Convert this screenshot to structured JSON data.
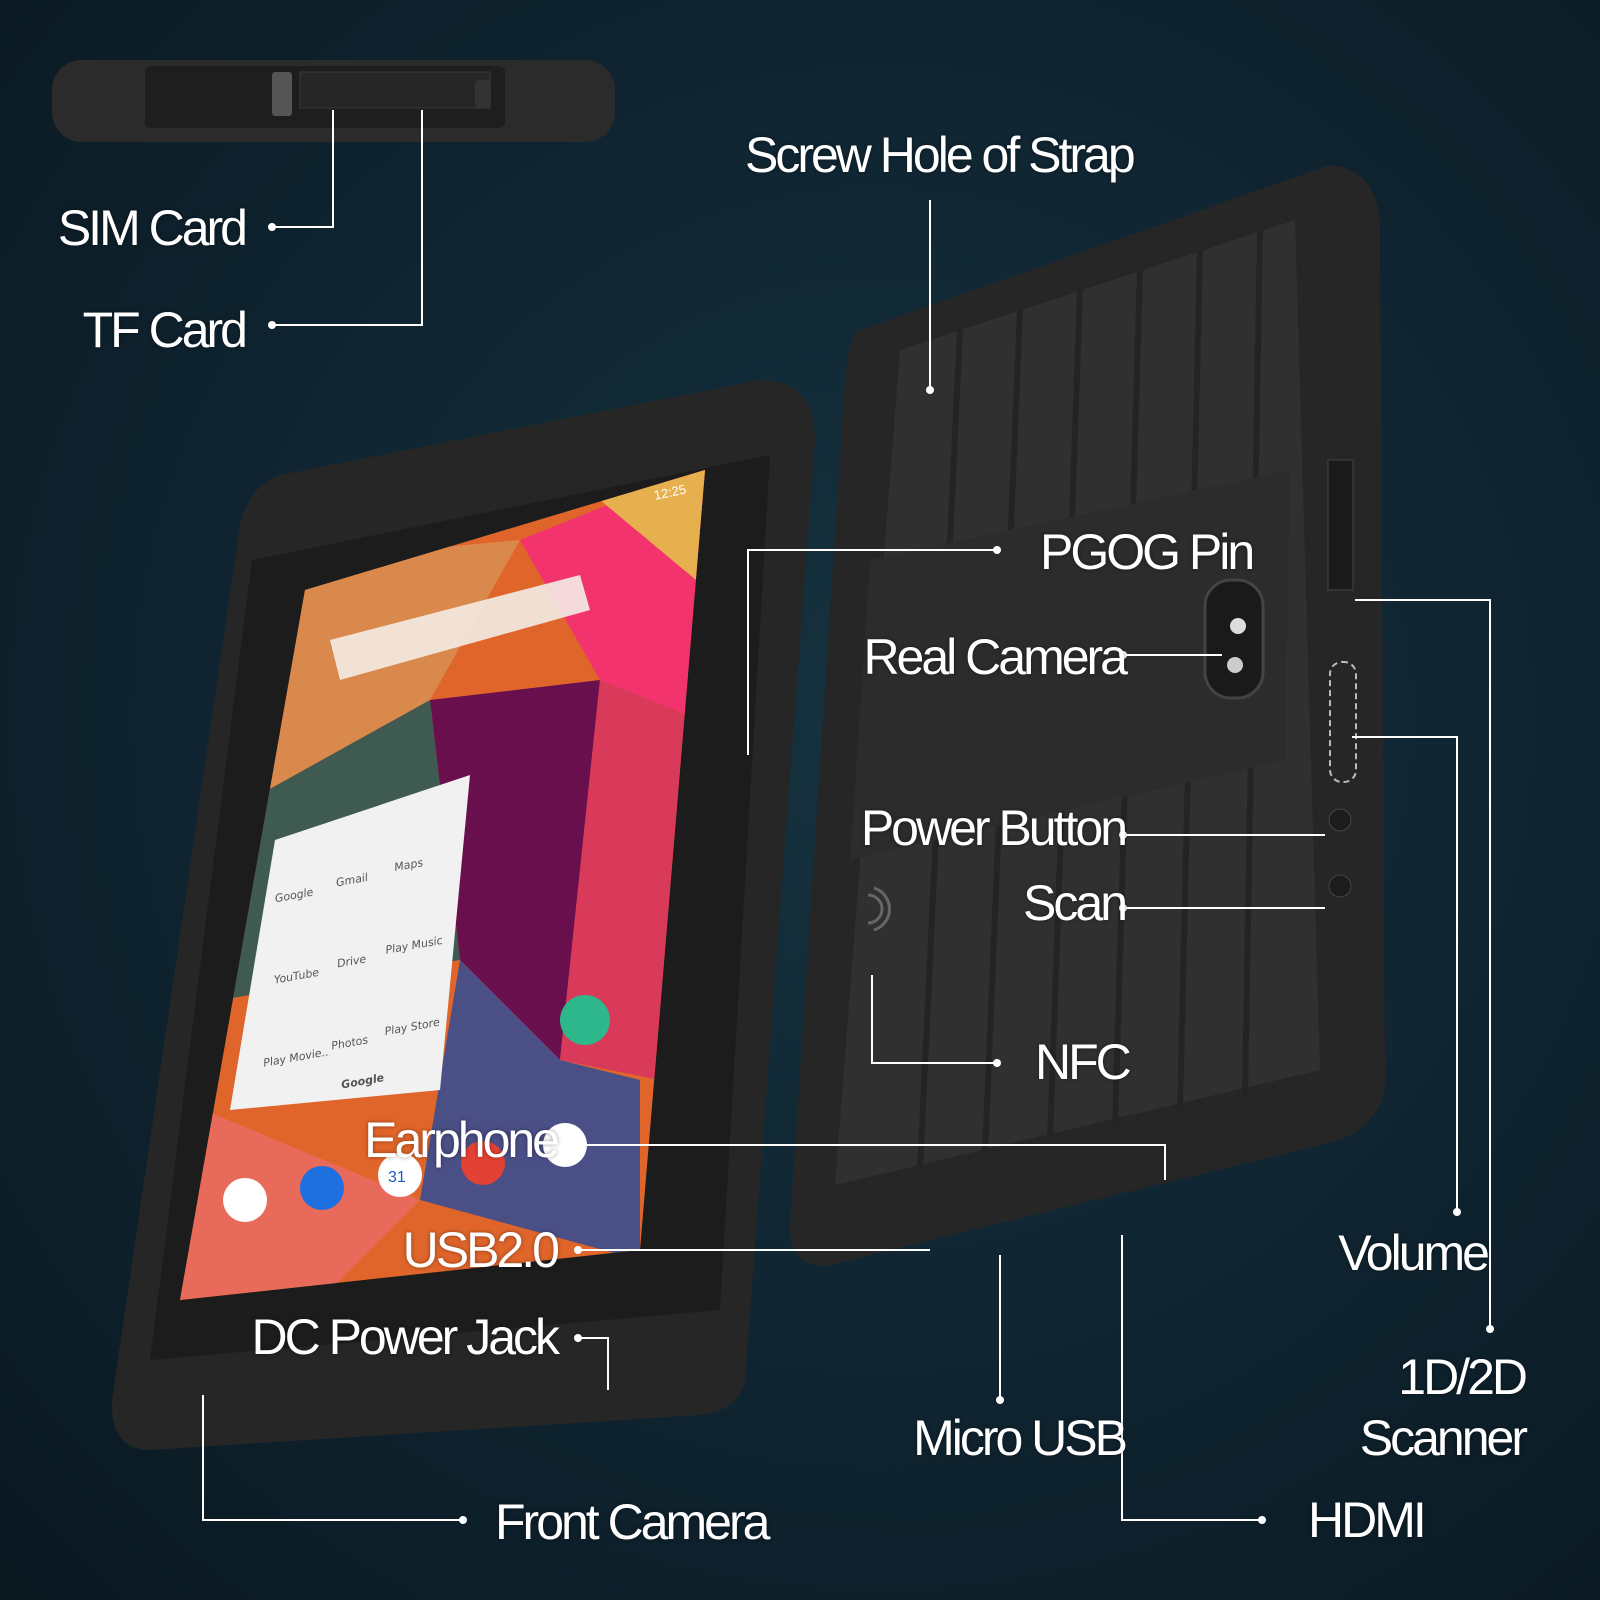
{
  "callouts": {
    "sim_card": "SIM Card",
    "tf_card": "TF Card",
    "screw_hole": "Screw Hole of Strap",
    "pogo_pin": "PGOG Pin",
    "rear_camera": "Real Camera",
    "power_button": "Power Button",
    "scan": "Scan",
    "nfc": "NFC",
    "earphone": "Earphone",
    "usb": "USB2.0",
    "dc_jack": "DC Power Jack",
    "front_camera": "Front Camera",
    "micro_usb": "Micro USB",
    "hdmi": "HDMI",
    "volume": "Volume",
    "scanner_line1": "1D/2D",
    "scanner_line2": "Scanner"
  },
  "screen": {
    "time": "12:25",
    "folder_name": "Google",
    "apps": [
      "Google",
      "Gmail",
      "Maps",
      "YouTube",
      "Drive",
      "Play Music",
      "Play Movie..",
      "Photos",
      "Play Store"
    ],
    "calendar_day": "31"
  },
  "colors": {
    "background": "#0f2430",
    "device": "#2a2a2a",
    "callout_line": "#ffffff"
  }
}
